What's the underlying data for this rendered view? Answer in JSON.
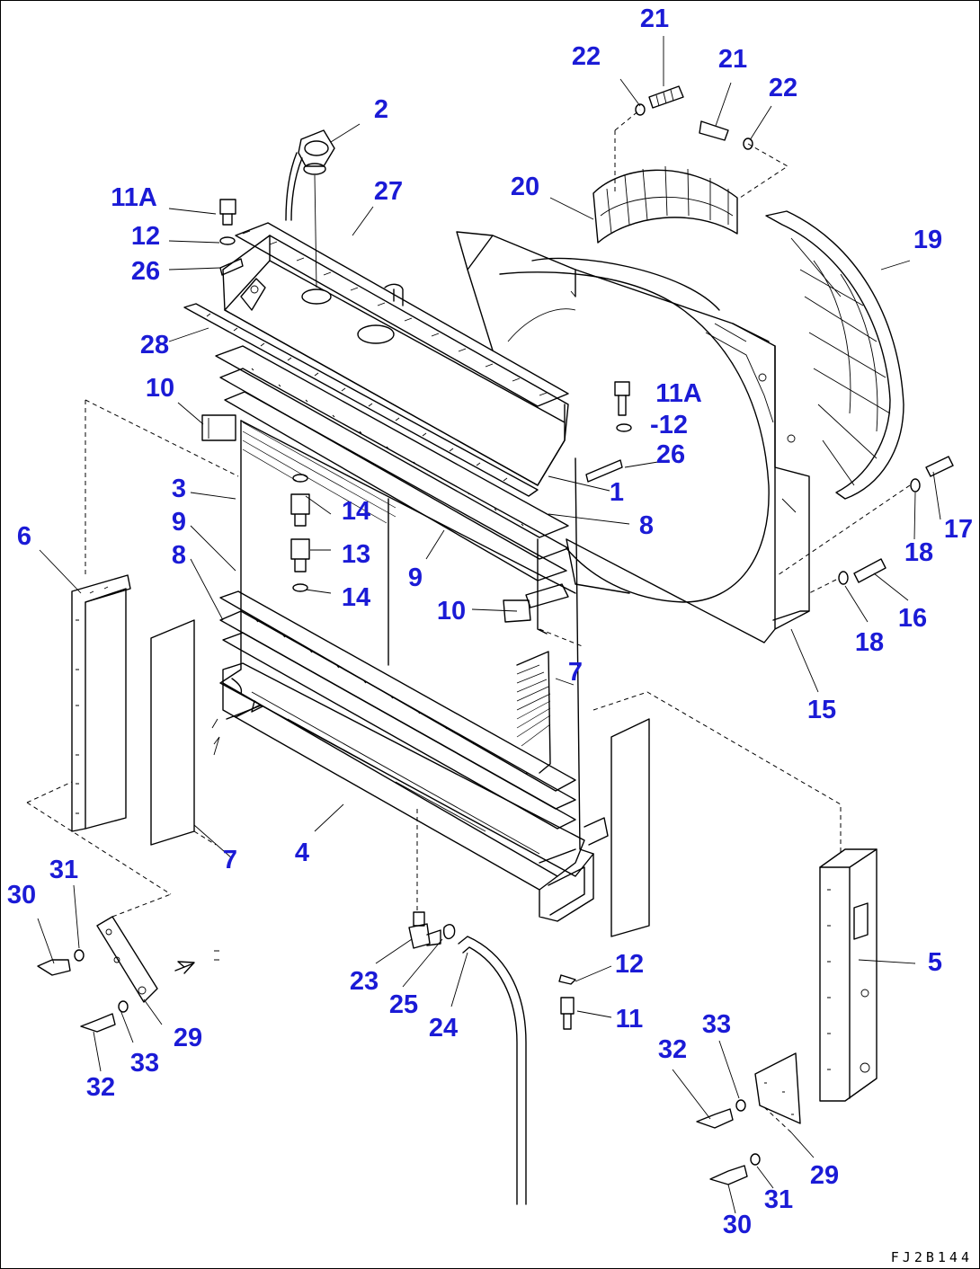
{
  "labels": {
    "n21a": "21",
    "n22a": "22",
    "n21b": "21",
    "n22b": "22",
    "n2": "2",
    "n27": "27",
    "n20": "20",
    "n19": "19",
    "n11a_l": "11A",
    "n12_l": "12",
    "n26_l": "26",
    "n28": "28",
    "n10_l": "10",
    "n11a_r": "11A",
    "n12_r": "-12",
    "n26_r": "26",
    "n1": "1",
    "n3": "3",
    "n14a": "14",
    "n13": "13",
    "n14b": "14",
    "n8_r": "8",
    "n9_l": "9",
    "n8_l": "8",
    "n9_c": "9",
    "n10_c": "10",
    "n6": "6",
    "n17": "17",
    "n18a": "18",
    "n16": "16",
    "n18b": "18",
    "n15": "15",
    "n7_c": "7",
    "n7_l": "7",
    "n4": "4",
    "n5": "5",
    "n30_l": "30",
    "n31_l": "31",
    "n23": "23",
    "n25": "25",
    "n24": "24",
    "n12_b": "12",
    "n11_b": "11",
    "n29_l": "29",
    "n33_l": "33",
    "n32_l": "32",
    "n33_r": "33",
    "n32_r": "32",
    "n29_r": "29",
    "n31_r": "31",
    "n30_r": "30"
  },
  "drawing_code": "FJ2B144"
}
